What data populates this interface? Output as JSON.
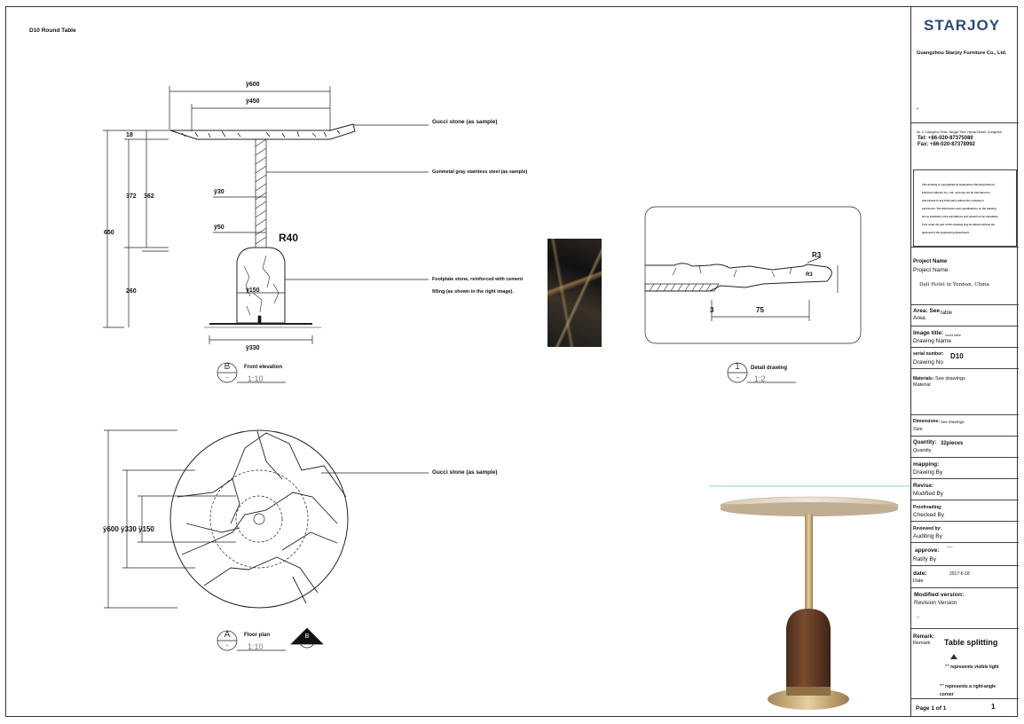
{
  "drawing": {
    "title": "D10 Round Table"
  },
  "front_elevation": {
    "dims": {
      "top_width": "ÿ600",
      "inner_width": "ÿ450",
      "base_width": "ÿ330",
      "stem_diameter": "ÿ30",
      "stem_lower": "ÿ50",
      "base_inner": "ÿ150",
      "radius": "R40",
      "h_total": "650",
      "h_upper": "372",
      "h_upper2": "362",
      "h_base": "260",
      "h_top": "18"
    },
    "tags": {
      "stone_top": "Gucci stone (as sample)",
      "steel": "Gunmetal gray stainless steel (as sample)",
      "base_line1": "Footplate stone, reinforced with cement",
      "base_line2": "filling (as shown in the right image)."
    },
    "view": {
      "letter": "B",
      "name": "Front elevation",
      "scale": "1:10",
      "sub": "-"
    }
  },
  "detail": {
    "r3": "R3",
    "r3b": "R3",
    "d3": "3",
    "d75": "75",
    "view": {
      "letter": "1",
      "name": "Detail drawing",
      "scale": "1:2",
      "sub": "-"
    }
  },
  "floor_plan": {
    "dims": "ÿ600 ÿ330 ÿ150",
    "tag": "Gucci stone (as sample)",
    "view": {
      "letter": "A",
      "name": "Floor plan",
      "scale": "1:10",
      "sub": "-"
    },
    "section_marker": "B"
  },
  "title_block": {
    "logo": "STARJOY",
    "company": "Guangzhou Starjoy Furniture Co., Ltd.",
    "address_mark": "•",
    "address": "No. 5, Guangzhou Road, Jiangpu Town, Hpuasi District, Guangzhou",
    "tel": "Tel: +86-020-87375080",
    "fax": "Fax: +86-020-87378992",
    "copyright": [
      "This drawing is copyrighted by Guangzhou Zhishang Famous",
      "Furniture Industry Co., Ltd., and may not be transferred or",
      "reproduced to any third party without the company's",
      "permission. The dimensions and specifications on the drawing",
      "are as indicated in the annotations and should not be calculated",
      "from scale. No part of this drawing may be altered without the",
      "approval of the engineering department."
    ],
    "project_name_cn": "Project Name",
    "project_name_en": "Project Name:",
    "project_name_val": "Dali Hotel in Yunnan, China",
    "area_cn": "Area: See",
    "area_val": "table",
    "area_en": "Area",
    "image_title_cn": "Image title:",
    "image_title_val": "round table",
    "image_title_en": "Drawing Name",
    "serial_cn": "serial number:",
    "serial_val": "D10",
    "serial_en": "Drawing No",
    "materials_cn": "Materials:",
    "materials_val": "See drawings",
    "materials_en": "Material",
    "dimensions_cn": "Dimensions:",
    "dimensions_val": "See drawings",
    "dimensions_en": "Size",
    "quantity_cn": "Quantity:",
    "quantity_val": "32pieces",
    "quantity_en": "Quantity",
    "mapping_cn": "mapping:",
    "mapping_en": "Drawing By",
    "revise_cn": "Revise:",
    "revise_en": "Modified By",
    "proof_cn": "Proofreading:",
    "proof_en": "Checked By",
    "reviewed_cn": "Reviewed by:",
    "reviewed_en": "Auditing By",
    "approve_cn": "approve:",
    "approve_val": "----",
    "approve_en": "Ratify By",
    "date_cn": "date:",
    "date_val": "2017-6-18",
    "date_en": "Date",
    "modified_cn": "Modified version:",
    "modified_en": "Revision Version",
    "modified_val": "--",
    "remark_cn": "Remark:",
    "remark_en": "Remark",
    "remark_title": "Table splitting",
    "remark_note1": "\"\" represents visible light",
    "remark_note2": "\"\" represents a right-angle",
    "remark_note3": "corner",
    "page_label": "Page 1 of 1",
    "page_num": "1"
  }
}
